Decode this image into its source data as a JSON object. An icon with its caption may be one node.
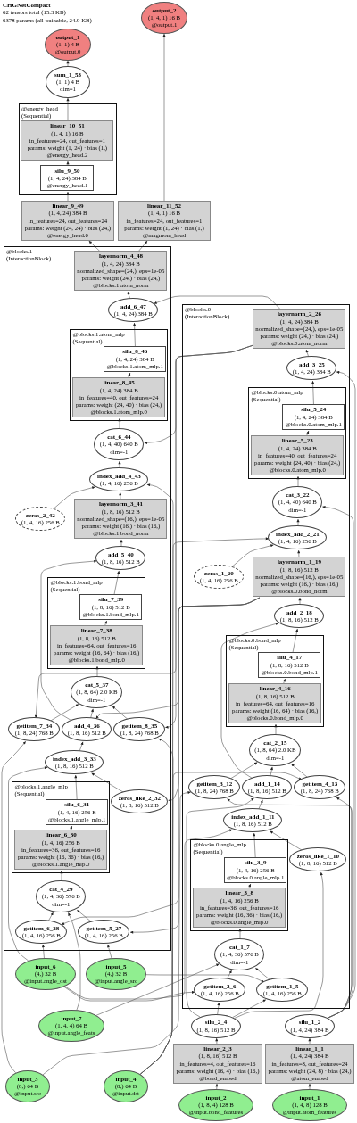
{
  "diagram": {
    "title": "CHGNetCompact",
    "labels": [
      "62 tensors total (15.3 KB)",
      "6378 params (all trainable, 24.9 KB)"
    ],
    "nodes": [
      {
        "text": [
          "output_2",
          "(1, 4, 1) 16 B",
          "@output.1"
        ]
      },
      {
        "text": [
          "output_1",
          "(1, 1) 4 B",
          "@output.0"
        ]
      },
      {
        "text": [
          "sum_1_53",
          "(1, 1) 4 B",
          "dim=1"
        ]
      },
      {
        "text": [
          "@energy_head",
          "(Sequential)"
        ]
      },
      {
        "text": [
          "linear_10_51",
          "(1, 4, 1) 16 B",
          "in_features=24, out_features=1",
          "params: weight (1, 24) · bias (1,)",
          "@energy_head.2"
        ],
        "in": 3
      },
      {
        "text": [
          "silu_9_50",
          "(1, 4, 24) 384 B",
          "@energy_head.1"
        ],
        "in": 3
      },
      {
        "text": [
          "linear_9_49",
          "(1, 4, 24) 384 B",
          "in_features=24, out_features=24",
          "params: weight (24, 24) · bias (24,)",
          "@energy_head.0"
        ]
      },
      {
        "text": [
          "linear_11_52",
          "(1, 4, 1) 16 B",
          "in_features=24, out_features=1",
          "params: weight (1, 24) · bias (1,)",
          "@magmom_head"
        ]
      },
      {
        "text": [
          "@blocks.1",
          "(InteractionBlock)"
        ]
      },
      {
        "text": [
          "layernorm_4_48",
          "(1, 4, 24) 384 B",
          "normalized_shape=(24,), eps=1e-05",
          "params: weight (24,) · bias (24,)",
          "@blocks.1.atom_norm"
        ],
        "in": 8
      },
      {
        "text": [
          "add_6_47",
          "(1, 4, 24) 384 B"
        ],
        "in": 8
      },
      {
        "text": [
          "@blocks.1.atom_mlp",
          "(Sequential)"
        ],
        "in": 8
      },
      {
        "text": [
          "silu_8_46",
          "(1, 4, 24) 384 B",
          "@blocks.1.atom_mlp.1"
        ],
        "in": 11
      },
      {
        "text": [
          "linear_8_45",
          "(1, 4, 24) 384 B",
          "in_features=40, out_features=24",
          "params: weight (24, 40) · bias (24,)",
          "@blocks.1.atom_mlp.0"
        ],
        "in": 11
      },
      {
        "text": [
          "cat_6_44",
          "(1, 4, 40) 640 B",
          "dim=-1"
        ],
        "in": 8
      },
      {
        "text": [
          "index_add_4_43",
          "(1, 4, 16) 256 B"
        ],
        "in": 8
      },
      {
        "text": [
          "zeros_2_42",
          "(1, 4, 16) 256 B"
        ],
        "in": 8
      },
      {
        "text": [
          "layernorm_3_41",
          "(1, 8, 16) 512 B",
          "normalized_shape=(16,), eps=1e-05",
          "params: weight (16,) · bias (16,)",
          "@blocks.1.bond_norm"
        ],
        "in": 8
      },
      {
        "text": [
          "add_5_40",
          "(1, 8, 16) 512 B"
        ],
        "in": 8
      },
      {
        "text": [
          "@blocks.1.bond_mlp",
          "(Sequential)"
        ],
        "in": 8
      },
      {
        "text": [
          "silu_7_39",
          "(1, 8, 16) 512 B",
          "@blocks.1.bond_mlp.1"
        ],
        "in": 19
      },
      {
        "text": [
          "linear_7_38",
          "(1, 8, 16) 512 B",
          "in_features=64, out_features=16",
          "params: weight (16, 64) · bias (16,)",
          "@blocks.1.bond_mlp.0"
        ],
        "in": 19
      },
      {
        "text": [
          "cat_5_37",
          "(1, 8, 64) 2.0 KB",
          "dim=-1"
        ],
        "in": 8
      },
      {
        "text": [
          "getitem_7_34",
          "(1, 8, 24) 768 B"
        ],
        "in": 8
      },
      {
        "text": [
          "add_4_36",
          "(1, 8, 16) 512 B"
        ],
        "in": 8
      },
      {
        "text": [
          "getitem_8_35",
          "(1, 8, 24) 768 B"
        ],
        "in": 8
      },
      {
        "text": [
          "index_add_3_33",
          "(1, 8, 16) 512 B"
        ],
        "in": 8
      },
      {
        "text": [
          "@blocks.1.angle_mlp",
          "(Sequential)"
        ],
        "in": 8
      },
      {
        "text": [
          "silu_6_31",
          "(1, 4, 16) 256 B",
          "@blocks.1.angle_mlp.1"
        ],
        "in": 27
      },
      {
        "text": [
          "zeros_like_2_32",
          "(1, 8, 16) 512 B"
        ],
        "in": 8
      },
      {
        "text": [
          "linear_6_30",
          "(1, 4, 16) 256 B",
          "in_features=36, out_features=16",
          "params: weight (16, 36) · bias (16,)",
          "@blocks.1.angle_mlp.0"
        ],
        "in": 27
      },
      {
        "text": [
          "cat_4_29",
          "(1, 4, 36) 576 B",
          "dim=-1"
        ],
        "in": 8
      },
      {
        "text": [
          "getitem_6_28",
          "(1, 4, 16) 256 B"
        ],
        "in": 8
      },
      {
        "text": [
          "getitem_5_27",
          "(1, 4, 16) 256 B"
        ],
        "in": 8
      },
      {
        "text": [
          "@blocks.0",
          "(InteractionBlock)"
        ]
      },
      {
        "text": [
          "layernorm_2_26",
          "(1, 4, 24) 384 B",
          "normalized_shape=(24,), eps=1e-05",
          "params: weight (24,) · bias (24,)",
          "@blocks.0.atom_norm"
        ],
        "in": 34
      },
      {
        "text": [
          "add_3_25",
          "(1, 4, 24) 384 B"
        ],
        "in": 34
      },
      {
        "text": [
          "@blocks.0.atom_mlp",
          "(Sequential)"
        ],
        "in": 34
      },
      {
        "text": [
          "silu_5_24",
          "(1, 4, 24) 384 B",
          "@blocks.0.atom_mlp.1"
        ],
        "in": 37
      },
      {
        "text": [
          "linear_5_23",
          "(1, 4, 24) 384 B",
          "in_features=40, out_features=24",
          "params: weight (24, 40) · bias (24,)",
          "@blocks.0.atom_mlp.0"
        ],
        "in": 37
      },
      {
        "text": [
          "cat_3_22",
          "(1, 4, 40) 640 B",
          "dim=-1"
        ],
        "in": 34
      },
      {
        "text": [
          "index_add_2_21",
          "(1, 4, 16) 256 B"
        ],
        "in": 34
      },
      {
        "text": [
          "layernorm_1_19",
          "(1, 8, 16) 512 B",
          "normalized_shape=(16,), eps=1e-05",
          "params: weight (16,) · bias (16,)",
          "@blocks.0.bond_norm"
        ],
        "in": 34
      },
      {
        "text": [
          "zeros_1_20",
          "(1, 4, 16) 256 B"
        ],
        "in": 34
      },
      {
        "text": [
          "add_2_18",
          "(1, 8, 16) 512 B"
        ],
        "in": 34
      },
      {
        "text": [
          "@blocks.0.bond_mlp",
          "(Sequential)"
        ],
        "in": 34
      },
      {
        "text": [
          "silu_4_17",
          "(1, 8, 16) 512 B",
          "@blocks.0.bond_mlp.1"
        ],
        "in": 45
      },
      {
        "text": [
          "linear_4_16",
          "(1, 8, 16) 512 B",
          "in_features=64, out_features=16",
          "params: weight (16, 64) · bias (16,)",
          "@blocks.0.bond_mlp.0"
        ],
        "in": 45
      },
      {
        "text": [
          "cat_2_15",
          "(1, 8, 64) 2.0 KB",
          "dim=-1"
        ],
        "in": 34
      },
      {
        "text": [
          "getitem_3_12",
          "(1, 8, 24) 768 B"
        ],
        "in": 34
      },
      {
        "text": [
          "add_1_14",
          "(1, 8, 16) 512 B"
        ],
        "in": 34
      },
      {
        "text": [
          "getitem_4_13",
          "(1, 8, 24) 768 B"
        ],
        "in": 34
      },
      {
        "text": [
          "input_4",
          "(8,) 64 B",
          "@input.dst"
        ]
      },
      {
        "text": [
          "silu_1_2",
          "(1, 4, 24) 384 B"
        ]
      },
      {
        "text": [
          "input_3",
          "(8,) 64 B",
          "@input.src"
        ]
      },
      {
        "text": [
          "index_add_1_11",
          "(1, 8, 16) 512 B"
        ],
        "in": 34
      },
      {
        "text": [
          "@blocks.0.angle_mlp",
          "(Sequential)"
        ],
        "in": 34
      },
      {
        "text": [
          "silu_3_9",
          "(1, 4, 16) 256 B",
          "@blocks.0.angle_mlp.1"
        ],
        "in": 56
      },
      {
        "text": [
          "zeros_like_1_10",
          "(1, 8, 16) 512 B"
        ],
        "in": 34
      },
      {
        "text": [
          "linear_1_1",
          "(1, 4, 24) 384 B",
          "in_features=8, out_features=24",
          "params: weight (24, 8) · bias (24,)",
          "@atom_embed"
        ]
      },
      {
        "text": [
          "linear_3_8",
          "(1, 4, 16) 256 B",
          "in_features=36, out_features=16",
          "params: weight (16, 36) · bias (16,)",
          "@blocks.0.angle_mlp.0"
        ],
        "in": 56
      },
      {
        "text": [
          "input_1",
          "(1, 4, 8) 128 B",
          "@input.atom_features"
        ]
      },
      {
        "text": [
          "cat_1_7",
          "(1, 4, 36) 576 B",
          "dim=-1"
        ],
        "in": 34
      },
      {
        "text": [
          "input_7",
          "(1, 4, 4) 64 B",
          "@input.angle_feats"
        ]
      },
      {
        "text": [
          "getitem_2_6",
          "(1, 4, 16) 256 B"
        ],
        "in": 34
      },
      {
        "text": [
          "getitem_1_5",
          "(1, 4, 16) 256 B"
        ],
        "in": 34
      },
      {
        "text": [
          "silu_2_4",
          "(1, 8, 16) 512 B"
        ]
      },
      {
        "text": [
          "input_6",
          "(4,) 32 B",
          "@input.angle_dst"
        ]
      },
      {
        "text": [
          "input_5",
          "(4,) 32 B",
          "@input.angle_src"
        ]
      },
      {
        "text": [
          "linear_2_3",
          "(1, 8, 16) 512 B",
          "in_features=4, out_features=16",
          "params: weight (16, 4) · bias (16,)",
          "@bond_embed"
        ]
      },
      {
        "text": [
          "input_2",
          "(1, 8, 4) 128 B",
          "@input.bond_features"
        ]
      }
    ],
    "edges": [
      {
        "from": 7,
        "to": 0,
        "arrow": "to"
      },
      {
        "from": 2,
        "to": 1,
        "arrow": "to"
      },
      {
        "from": 4,
        "to": 2,
        "arrow": "to"
      },
      {
        "from": 5,
        "to": 4,
        "arrow": "to"
      },
      {
        "from": 6,
        "to": 5,
        "arrow": "to"
      },
      {
        "from": 9,
        "to": 6,
        "arrow": "to"
      },
      {
        "from": 9,
        "to": 7,
        "arrow": "to"
      },
      {
        "from": 10,
        "to": 9,
        "arrow": "to"
      },
      {
        "from": 12,
        "to": 10,
        "arrow": "to"
      },
      {
        "from": 35,
        "to": 10,
        "arrow": "to"
      },
      {
        "from": 13,
        "to": 12,
        "arrow": "to"
      },
      {
        "from": 14,
        "to": 13,
        "arrow": "to"
      },
      {
        "from": 35,
        "to": 14,
        "arrow": "to"
      },
      {
        "from": 15,
        "to": 14,
        "arrow": "to"
      },
      {
        "from": 16,
        "to": 15,
        "arrow": "to"
      },
      {
        "from": 17,
        "to": 15,
        "arrow": "to"
      },
      {
        "from": 52,
        "to": 15,
        "arrow": "to"
      },
      {
        "from": 18,
        "to": 17,
        "arrow": "to"
      },
      {
        "from": 20,
        "to": 18,
        "arrow": "to"
      },
      {
        "from": 24,
        "to": 18,
        "arrow": "to"
      },
      {
        "from": 21,
        "to": 20,
        "arrow": "to"
      },
      {
        "from": 22,
        "to": 21,
        "arrow": "to"
      },
      {
        "from": 23,
        "to": 22,
        "arrow": "to"
      },
      {
        "from": 24,
        "to": 22,
        "arrow": "to"
      },
      {
        "from": 25,
        "to": 22,
        "arrow": "to"
      },
      {
        "from": 35,
        "to": 23,
        "arrow": "to"
      },
      {
        "from": 54,
        "to": 23,
        "arrow": "to"
      },
      {
        "from": 35,
        "to": 25,
        "arrow": "to"
      },
      {
        "from": 52,
        "to": 25,
        "arrow": "to"
      },
      {
        "from": 42,
        "to": 24,
        "arrow": "to"
      },
      {
        "from": 26,
        "to": 24,
        "arrow": "to"
      },
      {
        "from": 29,
        "to": 26,
        "arrow": "to"
      },
      {
        "from": 28,
        "to": 26,
        "arrow": "to"
      },
      {
        "from": 67,
        "to": 26,
        "arrow": "to"
      },
      {
        "from": 30,
        "to": 28,
        "arrow": "to"
      },
      {
        "from": 42,
        "to": 29,
        "arrow": "to"
      },
      {
        "from": 31,
        "to": 30,
        "arrow": "to"
      },
      {
        "from": 32,
        "to": 31,
        "arrow": "to"
      },
      {
        "from": 33,
        "to": 31,
        "arrow": "to"
      },
      {
        "from": 63,
        "to": 31,
        "arrow": "to"
      },
      {
        "from": 42,
        "to": 32,
        "arrow": "to"
      },
      {
        "from": 67,
        "to": 32,
        "arrow": "to"
      },
      {
        "from": 42,
        "to": 33,
        "arrow": "to"
      },
      {
        "from": 68,
        "to": 33,
        "arrow": "to"
      },
      {
        "from": 36,
        "to": 35,
        "arrow": "to"
      },
      {
        "from": 38,
        "to": 36,
        "arrow": "to"
      },
      {
        "from": 53,
        "to": 36,
        "arrow": "to"
      },
      {
        "from": 39,
        "to": 38,
        "arrow": "to"
      },
      {
        "from": 40,
        "to": 39,
        "arrow": "to"
      },
      {
        "from": 41,
        "to": 40,
        "arrow": "to"
      },
      {
        "from": 53,
        "to": 40,
        "arrow": "to"
      },
      {
        "from": 43,
        "to": 41,
        "arrow": "to"
      },
      {
        "from": 42,
        "to": 41,
        "arrow": "to"
      },
      {
        "from": 52,
        "to": 41,
        "arrow": "to"
      },
      {
        "from": 44,
        "to": 42,
        "arrow": "to"
      },
      {
        "from": 46,
        "to": 44,
        "arrow": "to"
      },
      {
        "from": 50,
        "to": 44,
        "arrow": "to"
      },
      {
        "from": 47,
        "to": 46,
        "arrow": "to"
      },
      {
        "from": 48,
        "to": 47,
        "arrow": "to"
      },
      {
        "from": 49,
        "to": 48,
        "arrow": "to"
      },
      {
        "from": 50,
        "to": 48,
        "arrow": "to"
      },
      {
        "from": 51,
        "to": 48,
        "arrow": "to"
      },
      {
        "from": 53,
        "to": 49,
        "arrow": "to"
      },
      {
        "from": 54,
        "to": 49,
        "arrow": "to"
      },
      {
        "from": 53,
        "to": 51,
        "arrow": "to"
      },
      {
        "from": 52,
        "to": 51,
        "arrow": "to"
      },
      {
        "from": 55,
        "to": 50,
        "arrow": "to"
      },
      {
        "from": 66,
        "to": 50,
        "arrow": "to"
      },
      {
        "from": 58,
        "to": 55,
        "arrow": "to"
      },
      {
        "from": 57,
        "to": 55,
        "arrow": "to"
      },
      {
        "from": 67,
        "to": 55,
        "arrow": "to"
      },
      {
        "from": 60,
        "to": 57,
        "arrow": "to"
      },
      {
        "from": 66,
        "to": 58,
        "arrow": "to"
      },
      {
        "from": 59,
        "to": 53,
        "arrow": "to"
      },
      {
        "from": 61,
        "to": 59,
        "arrow": "to"
      },
      {
        "from": 62,
        "to": 60,
        "arrow": "to"
      },
      {
        "from": 64,
        "to": 62,
        "arrow": "to"
      },
      {
        "from": 65,
        "to": 62,
        "arrow": "to"
      },
      {
        "from": 63,
        "to": 62,
        "arrow": "to"
      },
      {
        "from": 66,
        "to": 64,
        "arrow": "to"
      },
      {
        "from": 67,
        "to": 64,
        "arrow": "to"
      },
      {
        "from": 66,
        "to": 65,
        "arrow": "to"
      },
      {
        "from": 68,
        "to": 65,
        "arrow": "to"
      },
      {
        "from": 69,
        "to": 66,
        "arrow": "to"
      },
      {
        "from": 70,
        "to": 69,
        "arrow": "to"
      }
    ]
  }
}
